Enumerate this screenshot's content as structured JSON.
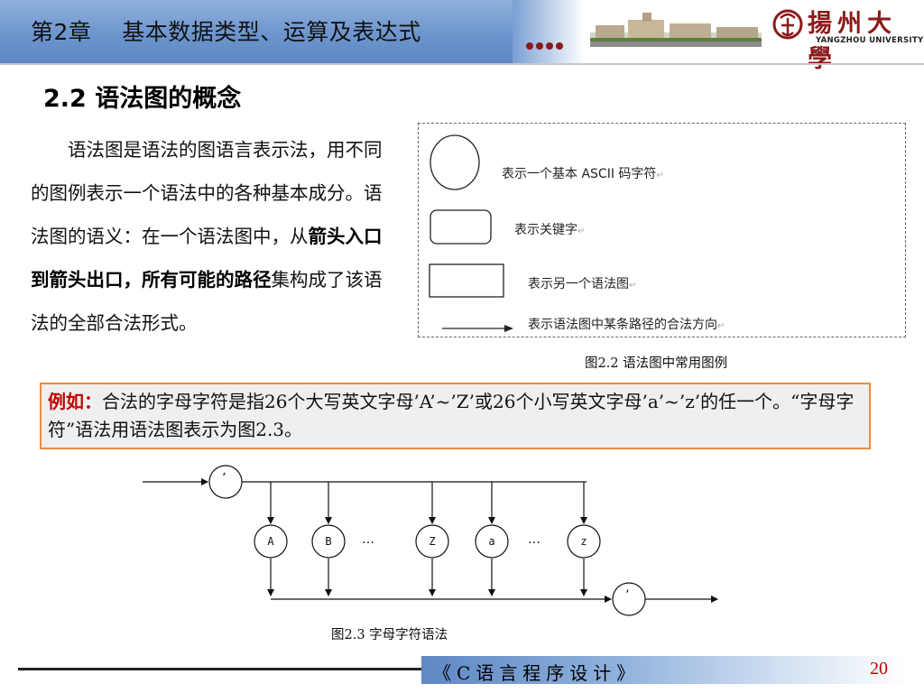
{
  "header": {
    "chapter_title": "第2章    基本数据类型、运算及表达式",
    "logo_cn": "揚州大學",
    "logo_en": "YANGZHOU UNIVERSITY"
  },
  "section": {
    "heading": "2.2 语法图的概念"
  },
  "intro": {
    "part1": "语法图是语法的图语言表示法，用不同的图例表示一个语法中的各种基本成分。语法图的语义：在一个语法图中，从",
    "bold1": "箭头入口到箭头出口，所有可能的路径",
    "part2": "集构成了该语法的全部合法形式。"
  },
  "legend": {
    "circle_text": "表示一个基本 ASCII 码字符",
    "rounded_text": "表示关键字",
    "rect_text": "表示另一个语法图",
    "arrow_text": "表示语法图中某条路径的合法方向",
    "para_mark": "↵",
    "caption": "图2.2 语法图中常用图例"
  },
  "example": {
    "label": "例如：",
    "text": "合法的字母字符是指26个大写英文字母’A’~’Z’或26个小写英文字母’a’~’z’的任一个。“字母字符”语法用语法图表示为图2.3。"
  },
  "diagram": {
    "quote_top": "‘",
    "quote_bottom": "’",
    "nodes": [
      "A",
      "B",
      "Z",
      "a",
      "z"
    ],
    "ellipsis": "…",
    "caption": "图2.3 字母字符语法"
  },
  "footer": {
    "course": "《C语言程序设计》",
    "page": "20"
  },
  "colors": {
    "title_bar": "#6d95cd",
    "logo_red": "#8b1a1a",
    "example_border": "#f08a3c",
    "example_label": "#c00000",
    "page_number": "#c00000"
  }
}
